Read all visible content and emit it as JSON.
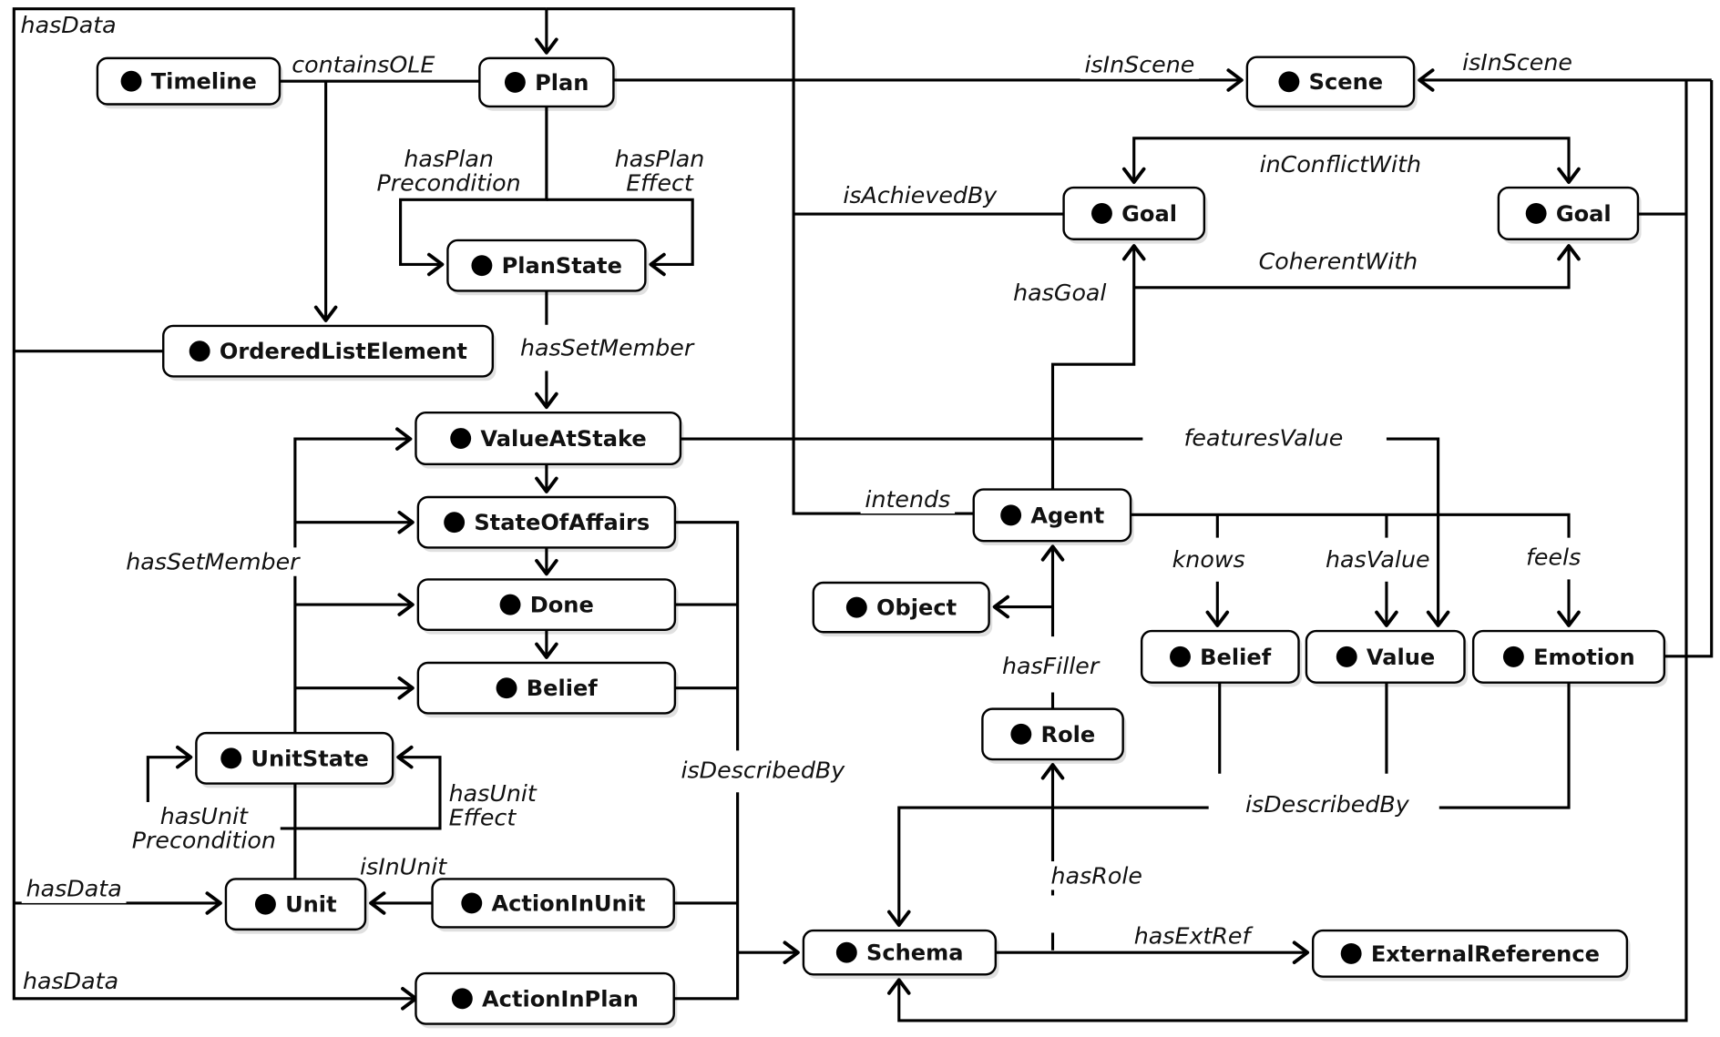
{
  "diagram": {
    "type": "ontology-class-diagram",
    "nodes": {
      "timeline": "Timeline",
      "plan": "Plan",
      "scene": "Scene",
      "goal_1": "Goal",
      "goal_2": "Goal",
      "plan_state": "PlanState",
      "ordered_list_element": "OrderedListElement",
      "value_at_stake": "ValueAtStake",
      "state_of_affairs": "StateOfAffairs",
      "done": "Done",
      "belief_left": "Belief",
      "unit_state": "UnitState",
      "unit": "Unit",
      "action_in_unit": "ActionInUnit",
      "action_in_plan": "ActionInPlan",
      "agent": "Agent",
      "object": "Object",
      "belief_right": "Belief",
      "value": "Value",
      "emotion": "Emotion",
      "role": "Role",
      "schema": "Schema",
      "external_reference": "ExternalReference"
    },
    "edge_labels": {
      "has_data_top": "hasData",
      "contains_ole": "containsOLE",
      "is_in_scene_plan": "isInScene",
      "is_in_scene_goal": "isInScene",
      "has_plan_precondition": [
        "hasPlan",
        "Precondition"
      ],
      "has_plan_effect": [
        "hasPlan",
        "Effect"
      ],
      "in_conflict_with": "inConflictWith",
      "is_achieved_by": "isAchievedBy",
      "coherent_with": "CoherentWith",
      "has_goal": "hasGoal",
      "has_set_member_top": "hasSetMember",
      "features_value": "featuresValue",
      "intends": "intends",
      "has_set_member_left": "hasSetMember",
      "knows": "knows",
      "has_value": "hasValue",
      "feels": "feels",
      "has_filler": "hasFiller",
      "is_described_by_left": "isDescribedBy",
      "has_unit_precondition": [
        "hasUnit",
        "Precondition"
      ],
      "has_unit_effect": [
        "hasUnit",
        "Effect"
      ],
      "is_described_by_right": "isDescribedBy",
      "has_role": "hasRole",
      "is_in_unit": "isInUnit",
      "has_data_unit": "hasData",
      "has_ext_ref": "hasExtRef",
      "has_data_action_in_plan": "hasData"
    }
  }
}
